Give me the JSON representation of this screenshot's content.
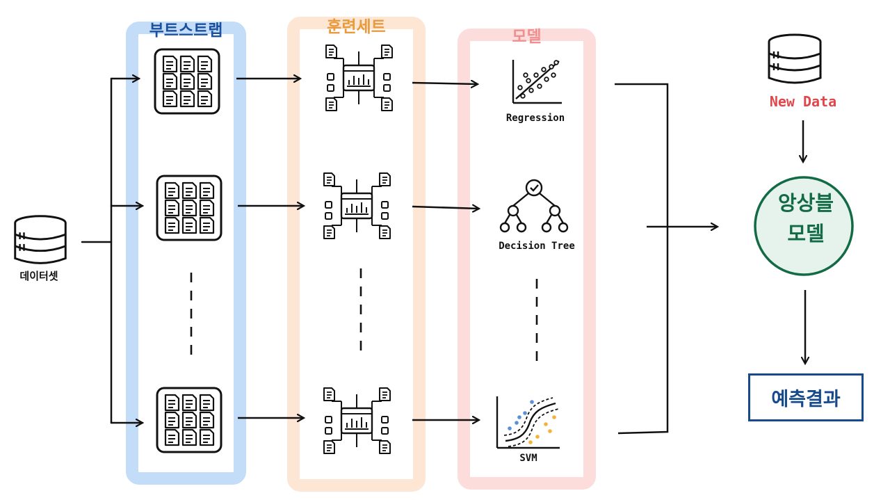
{
  "columns": [
    {
      "id": "bootstrap",
      "title": "부트스트랩",
      "color": "#c3dcf8",
      "title_color": "#1b4fa0"
    },
    {
      "id": "training",
      "title": "훈련세트",
      "color": "#fde6d4",
      "title_color": "#e89a3c"
    },
    {
      "id": "model",
      "title": "모델",
      "color": "#fddcdc",
      "title_color": "#f08f8f"
    }
  ],
  "dataset_label": "데이터셋",
  "models": [
    {
      "name": "Regression",
      "icon": "scatter-regression-icon"
    },
    {
      "name": "Decision Tree",
      "icon": "decision-tree-icon"
    },
    {
      "name": "SVM",
      "icon": "svm-icon"
    }
  ],
  "new_data": {
    "label": "New Data",
    "color": "#e0464a",
    "icon": "database-icon"
  },
  "ensemble": {
    "line1": "앙상블",
    "line2": "모델",
    "fill": "#e6f2ec",
    "stroke": "#136b46",
    "text_color": "#136b46"
  },
  "result": {
    "label": "예측결과",
    "color": "#174a8c"
  },
  "icons": {
    "dataset": "database-icon",
    "bootstrap_sample": "document-grid-icon",
    "training_set": "dashboard-network-icon"
  }
}
